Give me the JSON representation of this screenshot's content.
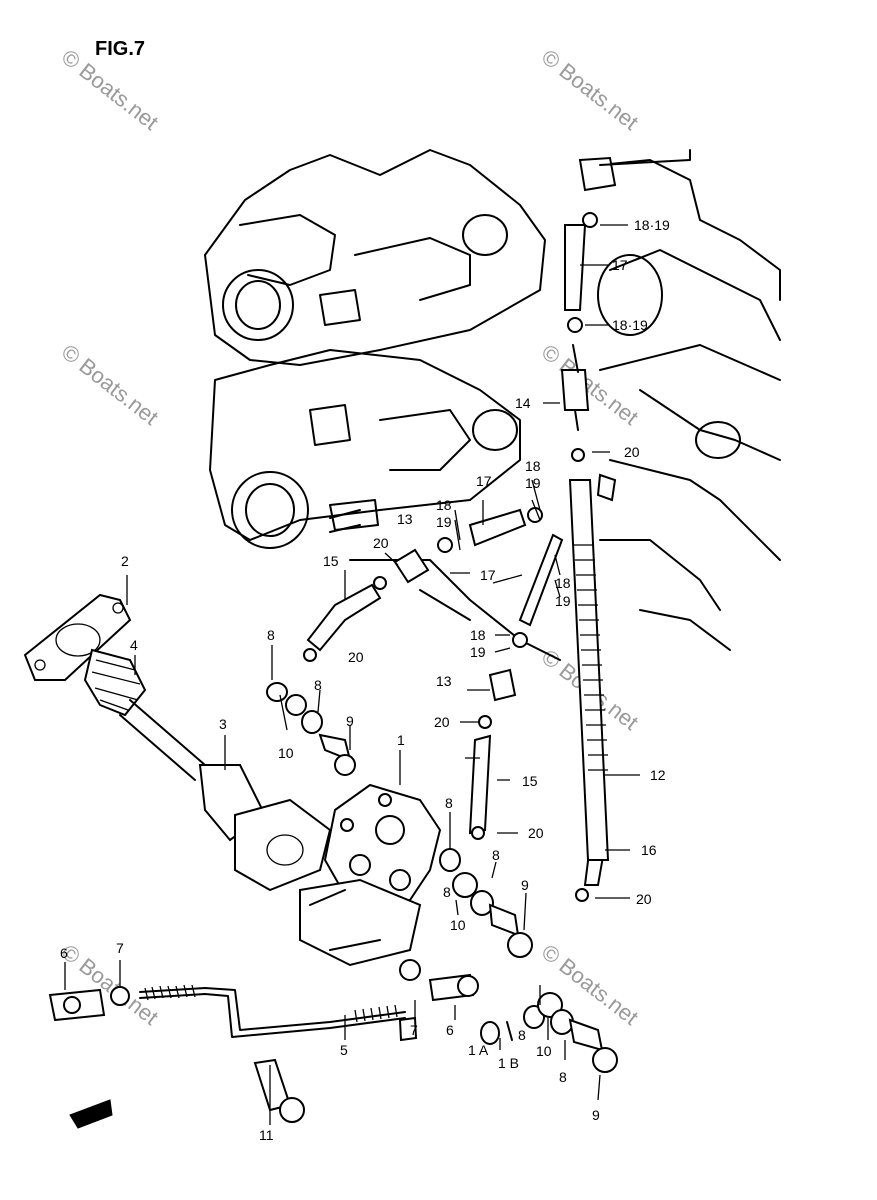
{
  "figure": {
    "title": "FIG.7"
  },
  "watermark": {
    "text": "© Boats.net"
  },
  "parts": [
    {
      "key": "p1",
      "label": "1"
    },
    {
      "key": "p2",
      "label": "2"
    },
    {
      "key": "p3",
      "label": "3"
    },
    {
      "key": "p4",
      "label": "4"
    },
    {
      "key": "p5",
      "label": "5"
    },
    {
      "key": "p6a",
      "label": "6"
    },
    {
      "key": "p6b",
      "label": "6"
    },
    {
      "key": "p7a",
      "label": "7"
    },
    {
      "key": "p7b",
      "label": "7"
    },
    {
      "key": "p8a",
      "label": "8"
    },
    {
      "key": "p8b",
      "label": "8"
    },
    {
      "key": "p8c",
      "label": "8"
    },
    {
      "key": "p8d",
      "label": "8"
    },
    {
      "key": "p8e",
      "label": "8"
    },
    {
      "key": "p8f",
      "label": "8"
    },
    {
      "key": "p8g",
      "label": "8"
    },
    {
      "key": "p9a",
      "label": "9"
    },
    {
      "key": "p9b",
      "label": "9"
    },
    {
      "key": "p9c",
      "label": "9"
    },
    {
      "key": "p10a",
      "label": "10"
    },
    {
      "key": "p10b",
      "label": "10"
    },
    {
      "key": "p10c",
      "label": "10"
    },
    {
      "key": "p11",
      "label": "11"
    },
    {
      "key": "p12",
      "label": "12"
    },
    {
      "key": "p13a",
      "label": "13"
    },
    {
      "key": "p13b",
      "label": "13"
    },
    {
      "key": "p14",
      "label": "14"
    },
    {
      "key": "p15a",
      "label": "15"
    },
    {
      "key": "p15b",
      "label": "15"
    },
    {
      "key": "p16",
      "label": "16"
    },
    {
      "key": "p17a",
      "label": "17"
    },
    {
      "key": "p17b",
      "label": "17"
    },
    {
      "key": "p17c",
      "label": "17"
    },
    {
      "key": "p18a",
      "label": "18"
    },
    {
      "key": "p18b",
      "label": "18"
    },
    {
      "key": "p18c",
      "label": "18"
    },
    {
      "key": "p18d",
      "label": "18"
    },
    {
      "key": "p1819a",
      "label": "18·19"
    },
    {
      "key": "p1819b",
      "label": "18·19"
    },
    {
      "key": "p19a",
      "label": "19"
    },
    {
      "key": "p19b",
      "label": "19"
    },
    {
      "key": "p19c",
      "label": "19"
    },
    {
      "key": "p19d",
      "label": "19"
    },
    {
      "key": "p20a",
      "label": "20"
    },
    {
      "key": "p20b",
      "label": "20"
    },
    {
      "key": "p20c",
      "label": "20"
    },
    {
      "key": "p20d",
      "label": "20"
    },
    {
      "key": "p20e",
      "label": "20"
    },
    {
      "key": "p20f",
      "label": "20"
    },
    {
      "key": "p1a",
      "label": "1 A"
    },
    {
      "key": "p1b",
      "label": "1 B"
    }
  ]
}
